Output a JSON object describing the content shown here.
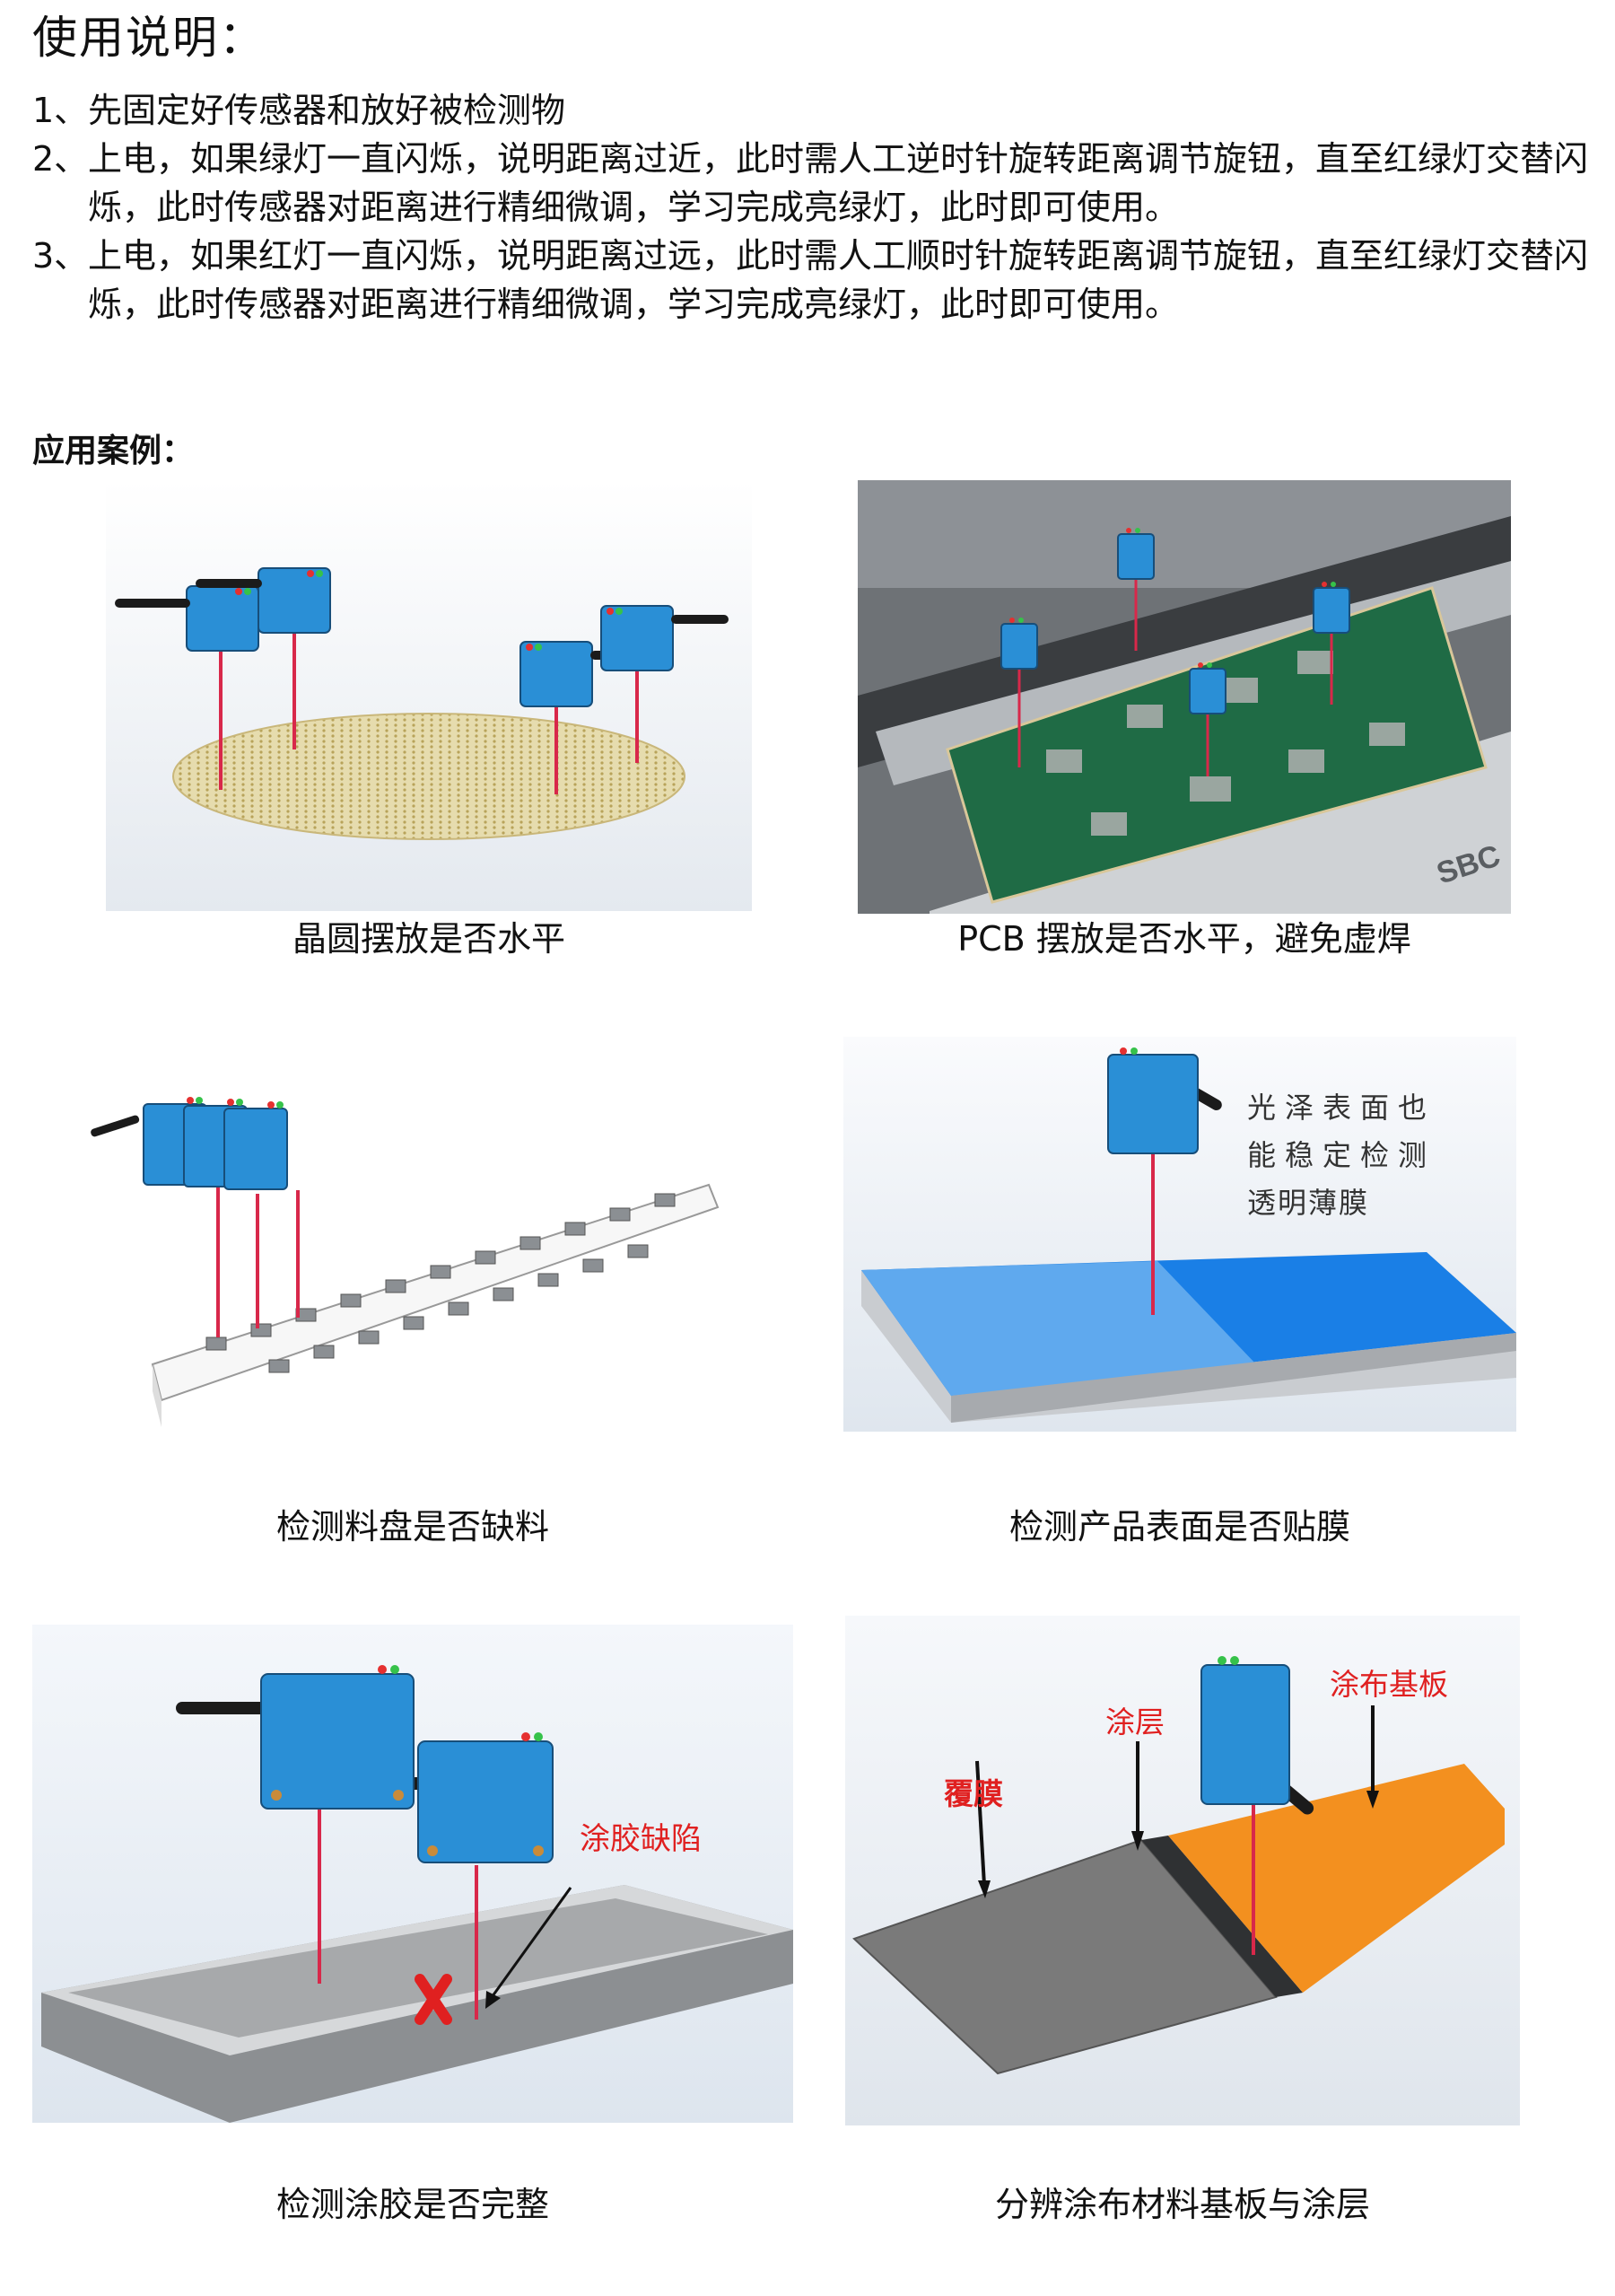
{
  "title": "使用说明：",
  "instructions": [
    {
      "num": "1、",
      "text": "先固定好传感器和放好被检测物"
    },
    {
      "num": "2、",
      "text": "上电，如果绿灯一直闪烁，说明距离过近，此时需人工逆时针旋转距离调节旋钮，直至红绿灯交替闪烁，此时传感器对距离进行精细微调，学习完成亮绿灯，此时即可使用。"
    },
    {
      "num": "3、",
      "text": "上电，如果红灯一直闪烁，说明距离过远，此时需人工顺时针旋转距离调节旋钮，直至红绿灯交替闪烁，此时传感器对距离进行精细微调，学习完成亮绿灯，此时即可使用。"
    }
  ],
  "section_title": "应用案例：",
  "cases": [
    {
      "caption": "晶圆摆放是否水平"
    },
    {
      "caption": "PCB 摆放是否水平，避免虚焊"
    },
    {
      "caption": "检测料盘是否缺料"
    },
    {
      "caption": "检测产品表面是否贴膜"
    },
    {
      "caption": "检测涂胶是否完整"
    },
    {
      "caption": "分辨涂布材料基板与涂层"
    }
  ],
  "annotations": {
    "film_lines": [
      "光泽表面也",
      "能稳定检测",
      "透明薄膜"
    ],
    "glue_defect": "涂胶缺陷",
    "coating": "涂层",
    "substrate": "涂布基板",
    "cover_film": "覆膜",
    "pcb_brand": "SBC"
  },
  "colors": {
    "sensor_blue": "#2a8fd6",
    "laser_red": "#d8284a",
    "annotation_red": "#e02020",
    "film_blue_light": "#5fa9ee",
    "film_blue_dark": "#1a7fe6",
    "substrate_orange": "#f3901f",
    "coating_gray": "#7a7a7a",
    "pcb_green": "#1f6b45"
  }
}
